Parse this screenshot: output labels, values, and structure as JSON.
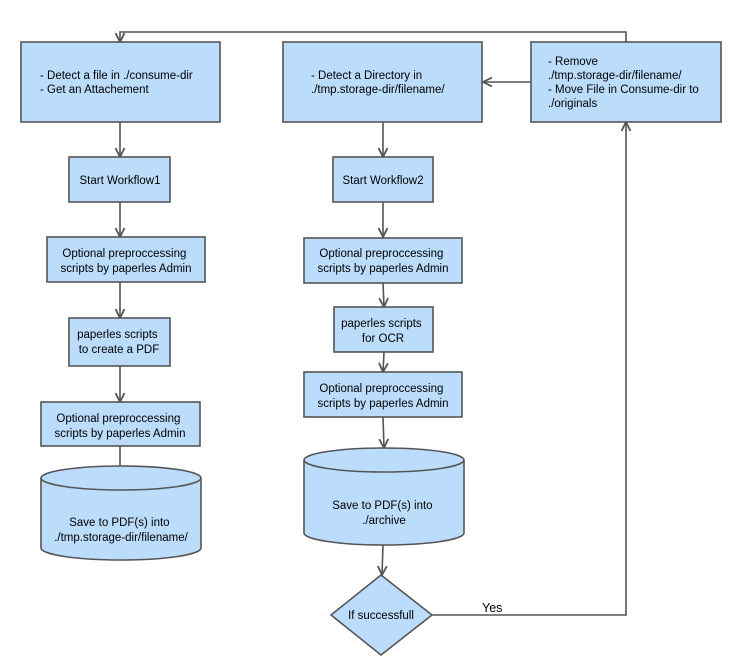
{
  "colors": {
    "node_fill": "#bcdcfc",
    "stroke": "#555555",
    "text": "#000000"
  },
  "nodes": {
    "detect_file": [
      "- Detect a file in ./consume-dir",
      "- Get an Attachement"
    ],
    "start_wf1": [
      "Start Workflow1"
    ],
    "preproc1": [
      "Optional preproccessing",
      "scripts by paperles Admin"
    ],
    "create_pdf": [
      "paperles scripts",
      "to create a PDF"
    ],
    "preproc2": [
      "Optional preproccessing",
      "scripts by paperles Admin"
    ],
    "save_tmp": [
      "Save to PDF(s) into",
      "./tmp.storage-dir/filename/"
    ],
    "detect_dir": [
      "- Detect a Directory in",
      "./tmp.storage-dir/filename/"
    ],
    "start_wf2": [
      "Start Workflow2"
    ],
    "preproc3": [
      "Optional preproccessing",
      "scripts by paperles Admin"
    ],
    "ocr": [
      "paperles scripts",
      "for OCR"
    ],
    "preproc4": [
      "Optional preproccessing",
      "scripts by paperles Admin"
    ],
    "save_archive": [
      "Save to PDF(s) into",
      "./archive"
    ],
    "if_success": [
      "If successfull"
    ],
    "remove_move": [
      "- Remove",
      "./tmp.storage-dir/filename/",
      "- Move File in Consume-dir to",
      "./originals"
    ]
  },
  "edge_labels": {
    "yes": "Yes"
  }
}
